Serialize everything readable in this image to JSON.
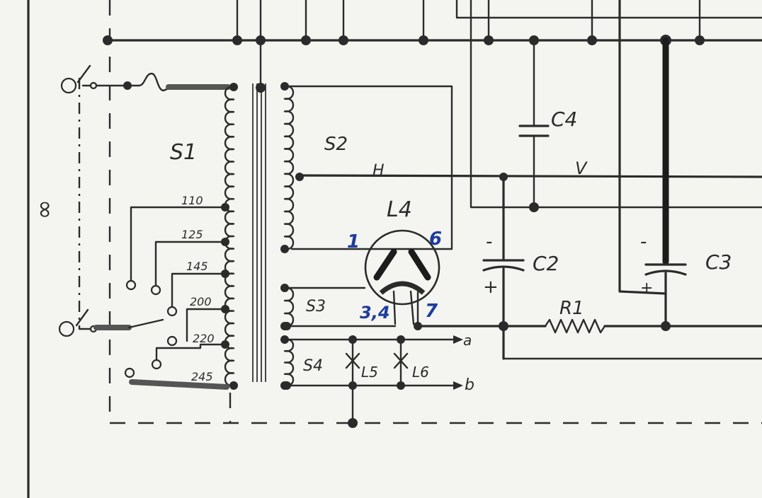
{
  "labels": {
    "s1": "S1",
    "s2": "S2",
    "s3": "S3",
    "s4": "S4",
    "l4": "L4",
    "l5": "L5",
    "l6": "L6",
    "c2": "C2",
    "c3": "C3",
    "c4": "C4",
    "r1": "R1",
    "wire_h": "H",
    "wire_v": "V",
    "out_a": "a",
    "out_b": "b",
    "c2_neg": "-",
    "c2_pos": "+",
    "c3_neg": "-",
    "c3_pos": "+",
    "fuse_symbol": "∞"
  },
  "taps": [
    "110",
    "125",
    "145",
    "200",
    "220",
    "245"
  ],
  "pins": {
    "p1": "1",
    "p6": "6",
    "p34": "3,4",
    "p7": "7"
  },
  "colors": {
    "ink": "#2b2b2b",
    "pin_labels": "#1f3d9a",
    "paper": "#f4f4f1"
  }
}
